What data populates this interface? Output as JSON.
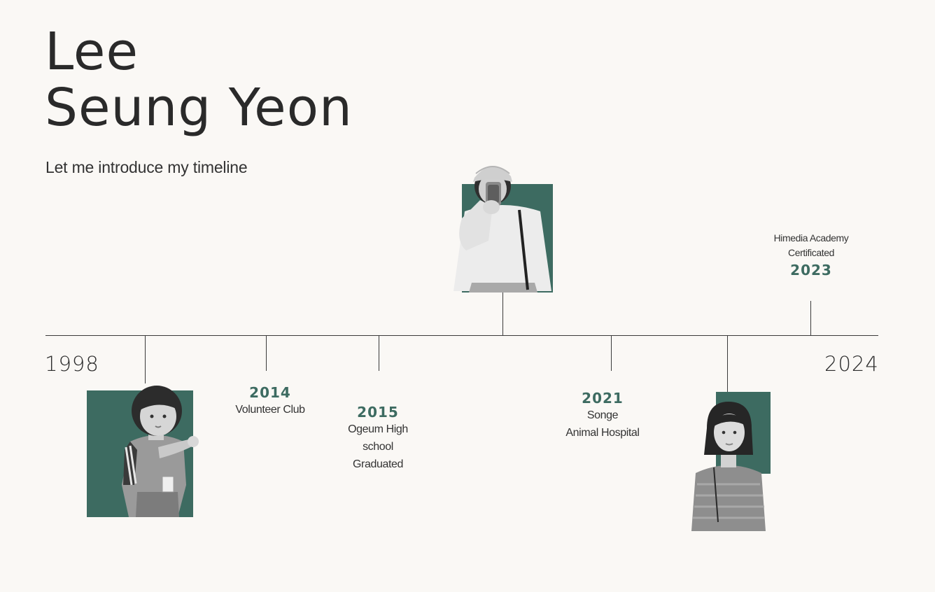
{
  "header": {
    "title_line1": "Lee",
    "title_line2": "Seung Yeon",
    "subtitle": "Let me introduce my timeline"
  },
  "timeline": {
    "start_year": "1998",
    "end_year": "2024",
    "events": [
      {
        "year": "2014",
        "lines": [
          "Volunteer Club"
        ]
      },
      {
        "year": "2015",
        "lines": [
          "Ogeum High",
          "school",
          "Graduated"
        ]
      },
      {
        "year": "2021",
        "lines": [
          "Songe",
          "Animal Hospital"
        ]
      },
      {
        "year": "2023",
        "lines": [
          "Himedia Academy",
          "Certificated"
        ]
      }
    ]
  },
  "colors": {
    "accent": "#3d6b61",
    "background": "#faf8f5",
    "text": "#2b2b2b"
  }
}
